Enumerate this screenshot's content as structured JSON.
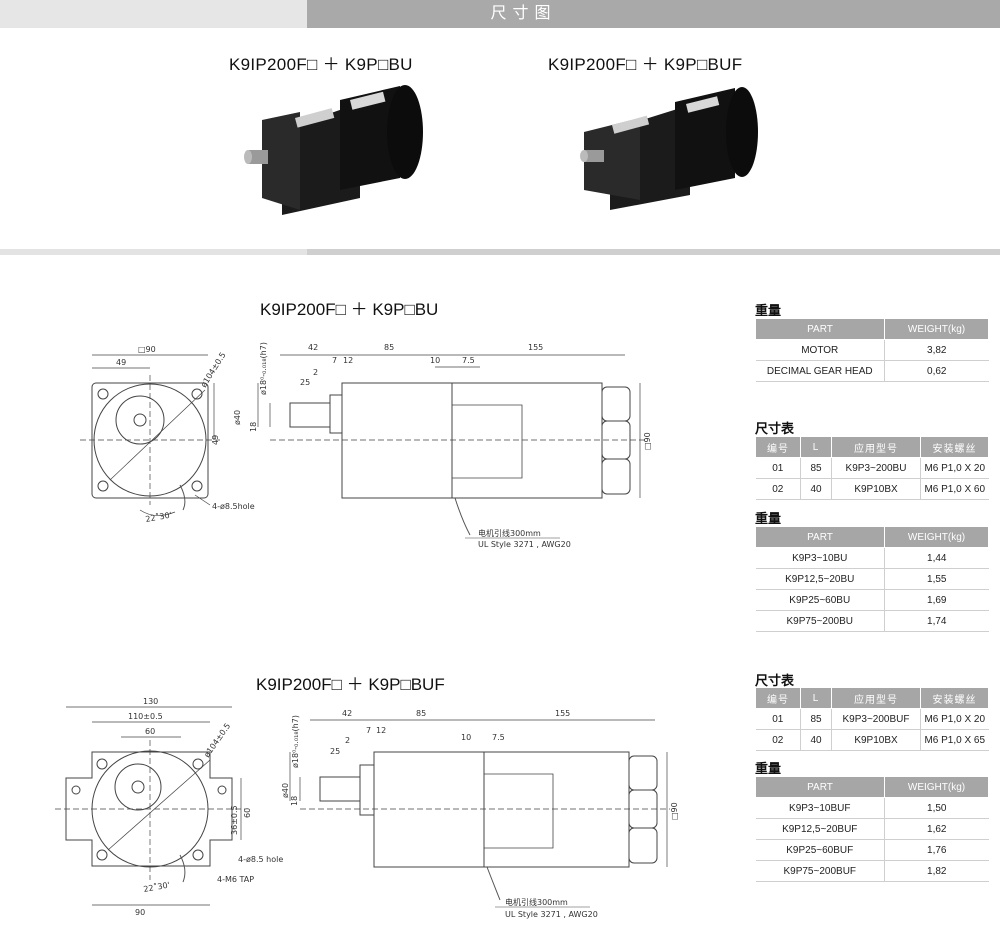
{
  "header": {
    "title": "尺寸图"
  },
  "products": [
    {
      "name": "K9IP200F□ ＋ K9P□BU"
    },
    {
      "name": "K9IP200F□ ＋ K9P□BUF"
    }
  ],
  "drawings": [
    {
      "title": "K9IP200F□ ＋ K9P□BU",
      "dims": {
        "d90": "□90",
        "d49a": "49",
        "d49b": "49",
        "d104": "ø104±0.5",
        "d40": "ø40",
        "d18": "18",
        "d18h7": "ø18⁰-₀.₀₁₈(h7)",
        "d42": "42",
        "d85": "85",
        "d155": "155",
        "d7": "7",
        "d12": "12",
        "d2": "2",
        "d25": "25",
        "d10": "10",
        "d7_5": "7.5",
        "d90r": "□90",
        "hole": "4-ø8.5hole",
        "angle": "22˚30'"
      },
      "cable": {
        "line1": "电机引线300mm",
        "line2": "UL Style 3271 , AWG20"
      }
    },
    {
      "title": "K9IP200F□ ＋ K9P□BUF",
      "dims": {
        "d130": "130",
        "d110": "110±0.5",
        "d60a": "60",
        "d104": "ø104±0.5",
        "d36": "36±0.5",
        "d60b": "60",
        "d40": "ø40",
        "d18": "18",
        "d18h7": "ø18⁰-₀.₀₁₈(h7)",
        "d42": "42",
        "d85": "85",
        "d155": "155",
        "d7": "7",
        "d12": "12",
        "d2": "2",
        "d25": "25",
        "d10": "10",
        "d7_5": "7.5",
        "d90r": "□90",
        "hole": "4-ø8.5 hole",
        "tap": "4-M6 TAP",
        "angle": "22˚30'",
        "d90b": "90"
      },
      "cable": {
        "line1": "电机引线300mm",
        "line2": "UL Style 3271 , AWG20"
      }
    }
  ],
  "tables": {
    "weight1": {
      "title": "重量",
      "headers": [
        "PART",
        "WEIGHT(kg)"
      ],
      "rows": [
        [
          "MOTOR",
          "3,82"
        ],
        [
          "DECIMAL GEAR HEAD",
          "0,62"
        ]
      ]
    },
    "size1": {
      "title": "尺寸表",
      "headers": [
        "编号",
        "L",
        "应用型号",
        "安装螺丝"
      ],
      "rows": [
        [
          "01",
          "85",
          "K9P3~200BU",
          "M6 P1,0 X 20"
        ],
        [
          "02",
          "40",
          "K9P10BX",
          "M6 P1,0 X 60"
        ]
      ]
    },
    "weight2": {
      "title": "重量",
      "headers": [
        "PART",
        "WEIGHT(kg)"
      ],
      "rows": [
        [
          "K9P3~10BU",
          "1,44"
        ],
        [
          "K9P12,5~20BU",
          "1,55"
        ],
        [
          "K9P25~60BU",
          "1,69"
        ],
        [
          "K9P75~200BU",
          "1,74"
        ]
      ]
    },
    "size2": {
      "title": "尺寸表",
      "headers": [
        "编号",
        "L",
        "应用型号",
        "安装螺丝"
      ],
      "rows": [
        [
          "01",
          "85",
          "K9P3~200BUF",
          "M6 P1,0 X 20"
        ],
        [
          "02",
          "40",
          "K9P10BX",
          "M6 P1,0 X 65"
        ]
      ]
    },
    "weight3": {
      "title": "重量",
      "headers": [
        "PART",
        "WEIGHT(kg)"
      ],
      "rows": [
        [
          "K9P3~10BUF",
          "1,50"
        ],
        [
          "K9P12,5~20BUF",
          "1,62"
        ],
        [
          "K9P25~60BUF",
          "1,76"
        ],
        [
          "K9P75~200BUF",
          "1,82"
        ]
      ]
    }
  }
}
